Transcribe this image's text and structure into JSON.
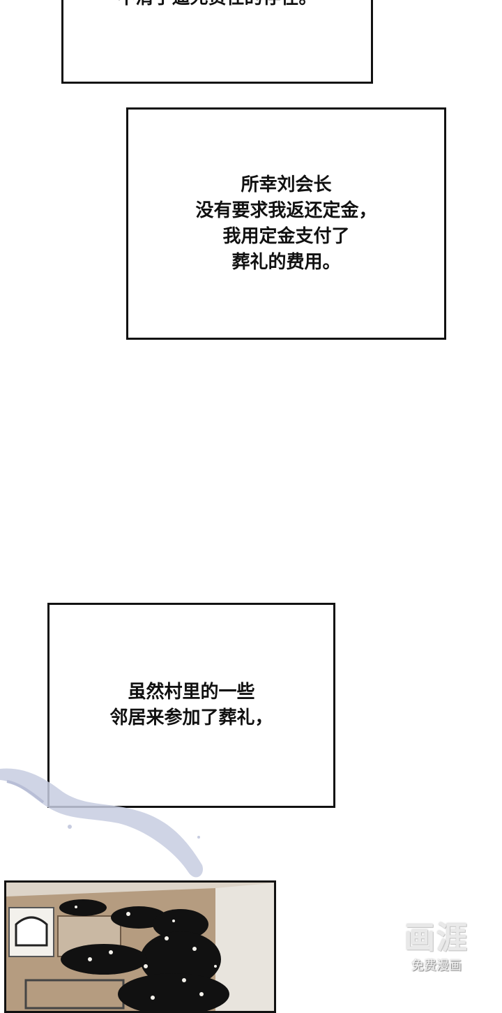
{
  "captions": [
    {
      "text": "不清了逼死责任的存在。"
    },
    {
      "text": "所幸刘会长\n没有要求我返还定金，\n我用定金支付了\n葬礼的费用。"
    },
    {
      "text": "虽然村里的一些\n邻居来参加了葬礼，"
    }
  ],
  "watermark": {
    "logo": "画涯",
    "subtitle": "免费漫画"
  },
  "colors": {
    "ink": "#111111",
    "brush": "#c7cce0",
    "floor": "#ddd4c8",
    "wood": "#b59c80"
  }
}
